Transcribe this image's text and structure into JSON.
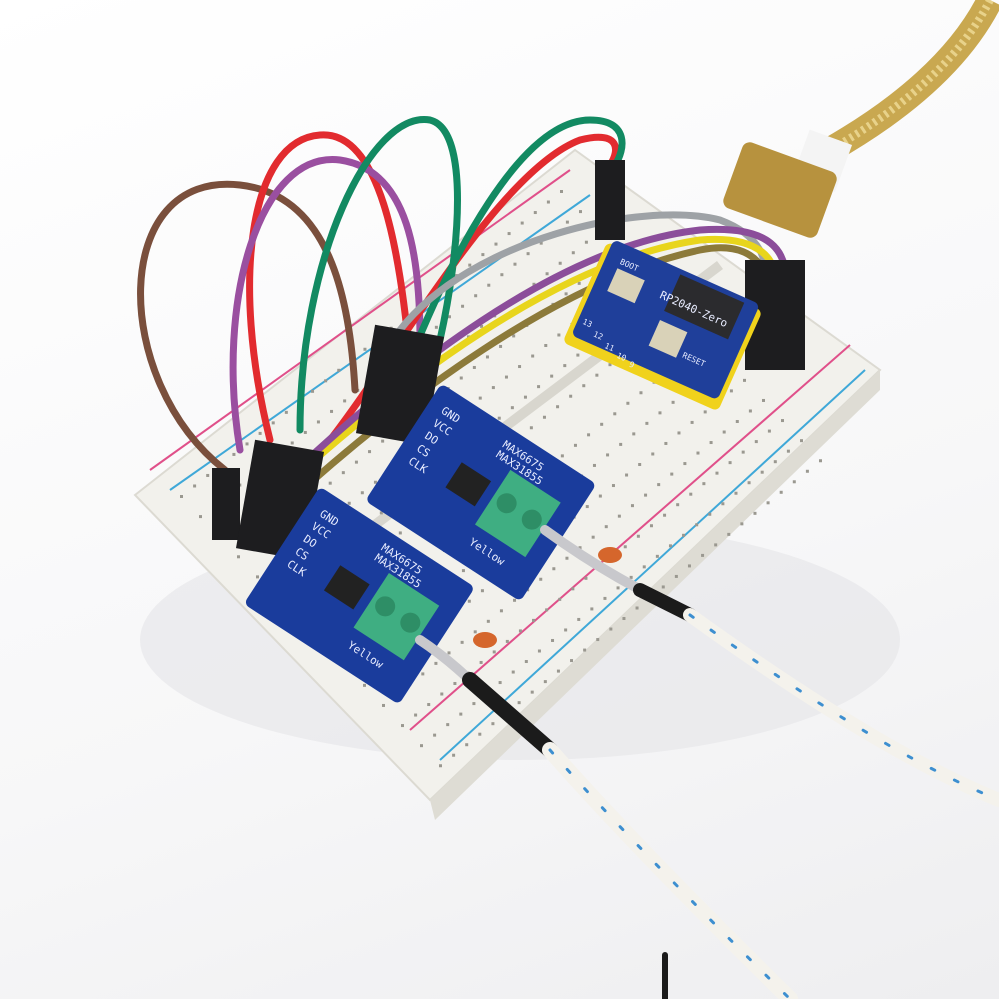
{
  "scene": {
    "subject": "breadboard",
    "colors": {
      "breadboard": "#f2f1ec",
      "rail_red": "#e0508a",
      "rail_blue": "#3fa8d8",
      "pcb_blue": "#1a3c9c",
      "terminal_green": "#3fae82",
      "rp2040_board": "#1f3f9a",
      "cable_gold": "#c9a850"
    }
  },
  "boards": {
    "module_a": {
      "chip_label_1": "MAX6675",
      "chip_label_2": "MAX31855",
      "pins": [
        "GND",
        "VCC",
        "DO",
        "CS",
        "CLK"
      ],
      "wire_label": "Yellow"
    },
    "module_b": {
      "chip_label_1": "MAX6675",
      "chip_label_2": "MAX31855",
      "pins": [
        "GND",
        "VCC",
        "DO",
        "CS",
        "CLK"
      ],
      "wire_label": "Yellow"
    },
    "mcu": {
      "name": "RP2040-Zero",
      "boot_label": "BOOT",
      "reset_label": "RESET",
      "pins": [
        "13",
        "12",
        "11",
        "10",
        "9"
      ]
    }
  },
  "wires": [
    "brown",
    "red",
    "purple",
    "green",
    "red",
    "green",
    "gray",
    "purple",
    "yellow",
    "brown"
  ]
}
